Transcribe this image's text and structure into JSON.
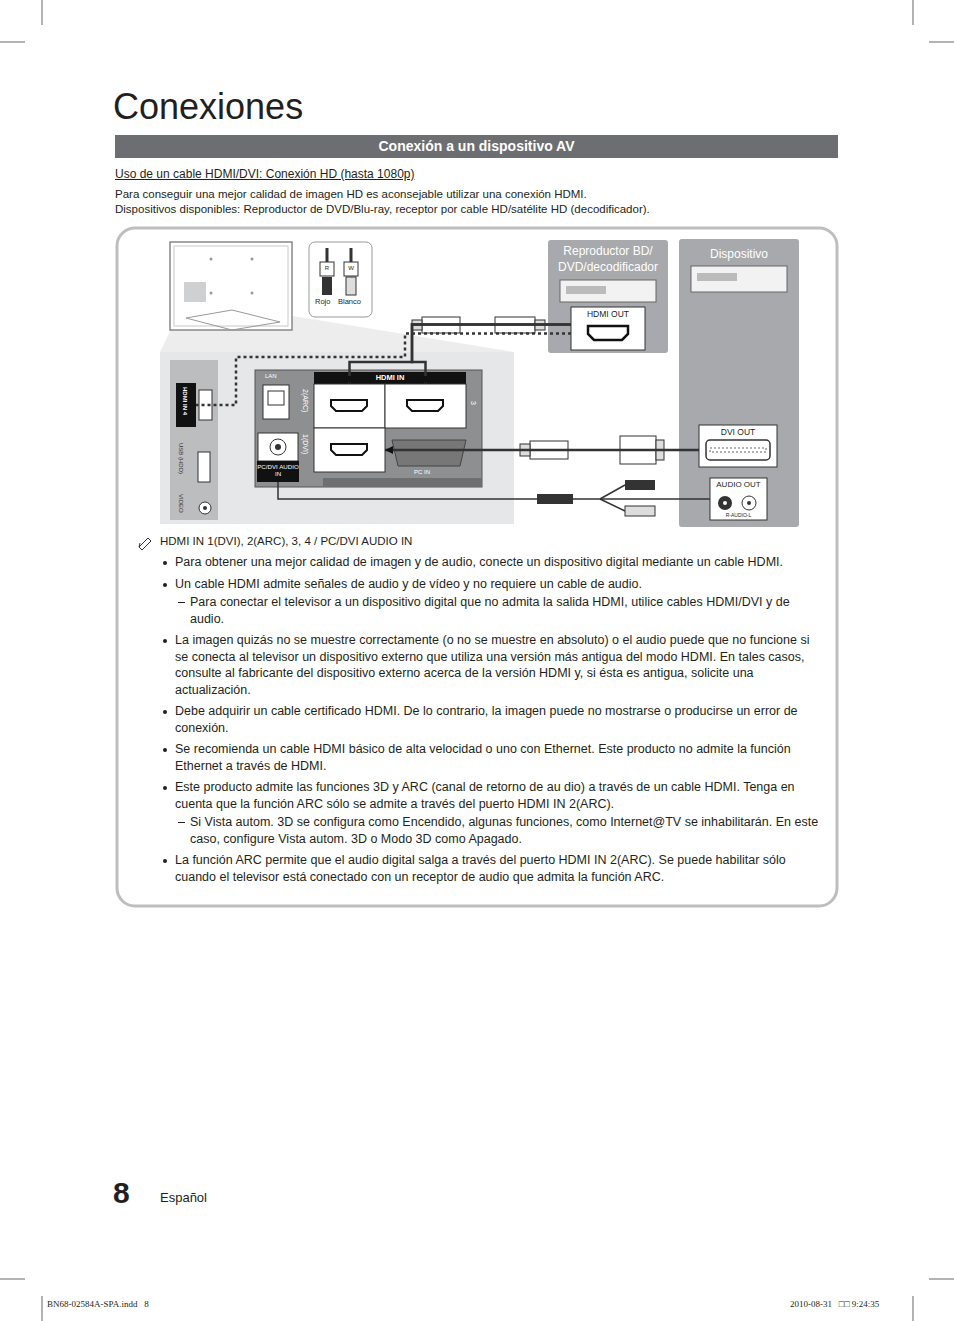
{
  "diagram": {
    "title": "Conexiones",
    "nodes": [
      {
        "text": [
          "Conexión a un dispositivo AV"
        ]
      },
      {
        "text": [
          "Reproductor BD/ DVD/decodificador"
        ]
      },
      {
        "text": [
          "HDMI OUT"
        ],
        "in": 1
      },
      {
        "text": [
          "Dispositivo"
        ]
      },
      {
        "text": [
          "DVI OUT"
        ],
        "in": 3
      },
      {
        "text": [
          "AUDIO OUT",
          "R-AUDIO-L"
        ],
        "in": 3
      },
      {
        "text": [
          "HDMI IN"
        ]
      },
      {
        "text": [
          "2(ARC)"
        ]
      },
      {
        "text": [
          "3"
        ]
      },
      {
        "text": [
          "1(DVI)"
        ]
      },
      {
        "text": [
          "PC/DVI AUDIO IN"
        ]
      },
      {
        "text": [
          "HDMI IN 4"
        ]
      }
    ],
    "edges": [
      {
        "from": 2,
        "to": 7,
        "arrow": "to"
      },
      {
        "from": 2,
        "to": 8,
        "arrow": "to"
      },
      {
        "from": 2,
        "to": 11,
        "arrow": "none"
      },
      {
        "from": 4,
        "to": 9,
        "arrow": "to"
      },
      {
        "from": 5,
        "to": 10,
        "arrow": "none"
      }
    ],
    "labels": [
      "Uso de un cable HDMI/DVI: Conexión HD (hasta 1080p)",
      "Para conseguir una mejor calidad de imagen HD es aconsejable utilizar una conexión HDMI.",
      "Dispositivos disponibles: Reproductor de DVD/Blu-ray, receptor por cable HD/satélite HD (decodificador).",
      "R",
      "W",
      "Rojo",
      "Blanco",
      "LAN",
      "USB (HDD)",
      "VIDEO",
      "PC IN",
      "HDMI IN 1(DVI), 2(ARC), 3, 4 / PC/DVI AUDIO IN",
      "Para obtener una mejor calidad de imagen y de audio, conecte un dispositivo digital mediante un cable HDMI.",
      "Un cable HDMI admite señales de audio y de vídeo y no requiere un cable de audio.",
      "Para conectar el televisor a un dispositivo digital que no admita la salida HDMI, utilice cables HDMI/DVI y de audio.",
      "La imagen quizás no se muestre correctamente (o no se muestre en absoluto) o el audio puede que no funcione si se conecta al televisor un dispositivo externo que utiliza una versión más antigua del modo HDMI. En tales casos, consulte al fabricante del dispositivo externo acerca de la versión HDMI y, si ésta es antigua, solicite una actualización.",
      "Debe adquirir un cable certificado HDMI. De lo contrario, la imagen puede no mostrarse o producirse un error de conexión.",
      "Se recomienda un cable HDMI básico de alta velocidad o uno con Ethernet. Este producto no admite la función Ethernet a través de HDMI.",
      "Este producto admite las funciones 3D y ARC (canal de retorno de au dio) a través de un cable HDMI. Tenga en cuenta que la función ARC sólo se admite a través del puerto HDMI IN 2(ARC).",
      "Si Vista autom. 3D se configura como Encendido, algunas funciones, como Internet@TV se inhabilitarán. En este caso, configure Vista autom. 3D o Modo 3D como Apagado.",
      "La función ARC permite que el audio digital salga a través del puerto HDMI IN 2(ARC). Se puede habilitar sólo cuando el televisor está conectado con un receptor de audio que admita la función ARC.",
      "8",
      "Español",
      "BN68-02584A-SPA.indd   8",
      "2010-08-31   □□ 9:24:35"
    ]
  }
}
